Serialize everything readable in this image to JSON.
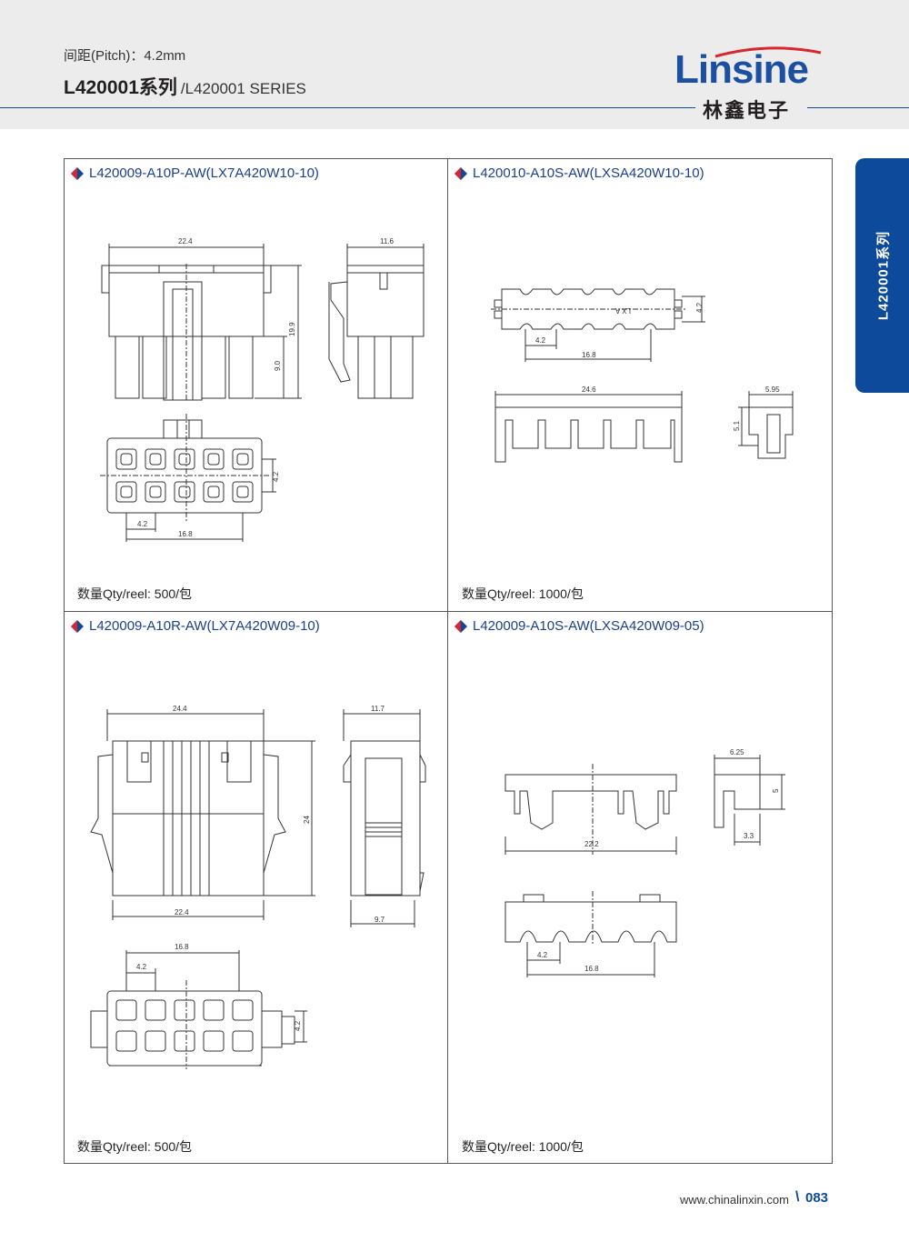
{
  "header": {
    "pitch": "间距(Pitch)：4.2mm",
    "title": "L420001系列",
    "title_sub": "/L420001 SERIES",
    "brand": "Linsine",
    "brand_cn": "林鑫电子"
  },
  "side_tab": "L420001系列",
  "cells": [
    {
      "title": "L420009-A10P-AW(LX7A420W10-10)",
      "qty": "数量Qty/reel:  500/包",
      "dims": [
        "22.4",
        "11.6",
        "19.9",
        "9.0",
        "4.2",
        "4.2",
        "16.8"
      ]
    },
    {
      "title": "L420010-A10S-AW(LXSA420W10-10)",
      "qty": "数量Qty/reel:  1000/包",
      "dims": [
        "4.2",
        "4.2",
        "16.8",
        "24.6",
        "5.95",
        "5.1"
      ],
      "marking": "LX A"
    },
    {
      "title": "L420009-A10R-AW(LX7A420W09-10)",
      "qty": "数量Qty/reel:  500/包",
      "dims": [
        "24.4",
        "11.7",
        "24",
        "22.4",
        "9.7",
        "16.8",
        "4.2",
        "4.2"
      ]
    },
    {
      "title": "L420009-A10S-AW(LXSA420W09-05)",
      "qty": "数量Qty/reel:  1000/包",
      "dims": [
        "6.25",
        "5",
        "3.3",
        "22.2",
        "4.2",
        "16.8"
      ]
    }
  ],
  "footer": {
    "url": "www.chinalinxin.com",
    "page": "083"
  },
  "colors": {
    "brand_blue": "#0d4a9c",
    "header_bg": "#ececed",
    "diamond_red": "#d7262e"
  }
}
